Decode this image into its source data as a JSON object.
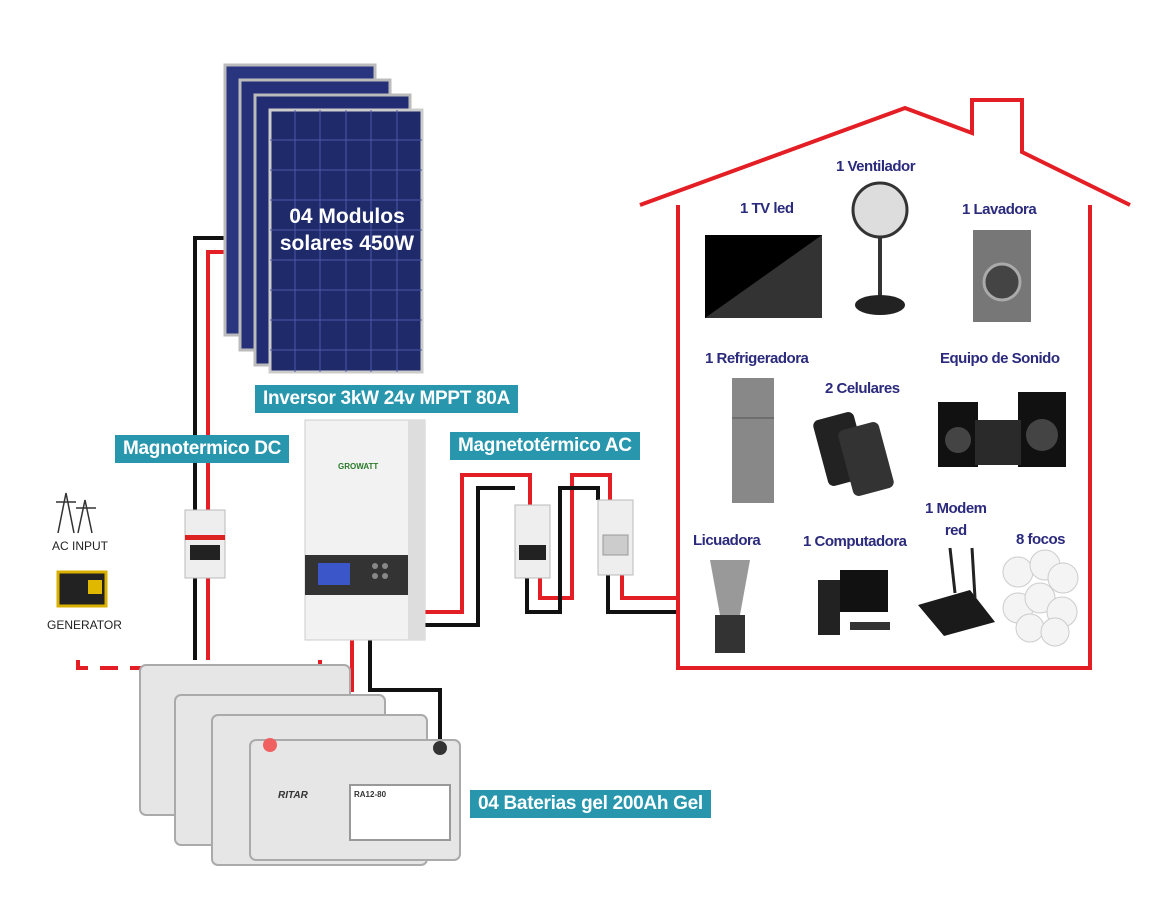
{
  "solar": {
    "label_line1": "04 Modulos",
    "label_line2": "solares 450W"
  },
  "inverter": {
    "label": "Inversor 3kW 24v MPPT 80A",
    "brand": "GROWATT"
  },
  "dc_breaker": {
    "label": "Magnotermico DC"
  },
  "ac_breaker": {
    "label": "Magnetotérmico AC"
  },
  "sources": {
    "ac_input": "AC INPUT",
    "generator": "GENERATOR"
  },
  "batteries": {
    "label": "04 Baterias gel 200Ah Gel",
    "brand": "RITAR",
    "model": "RA12-80"
  },
  "house": {
    "appliances": {
      "tv": "1 TV led",
      "fan": "1 Ventilador",
      "washer": "1 Lavadora",
      "fridge": "1 Refrigeradora",
      "phones": "2 Celulares",
      "sound": "Equipo de Sonido",
      "blender": "Licuadora",
      "computer": "1 Computadora",
      "modem_line1": "1 Modem",
      "modem_line2": "red",
      "bulbs": "8 focos"
    }
  },
  "colors": {
    "label_bg": "#2896ad",
    "wire_red": "#e31e24",
    "wire_black": "#111111",
    "house_outline": "#e31e24",
    "text_navy": "#2b2a7c",
    "panel_blue": "#1f2a6b"
  }
}
